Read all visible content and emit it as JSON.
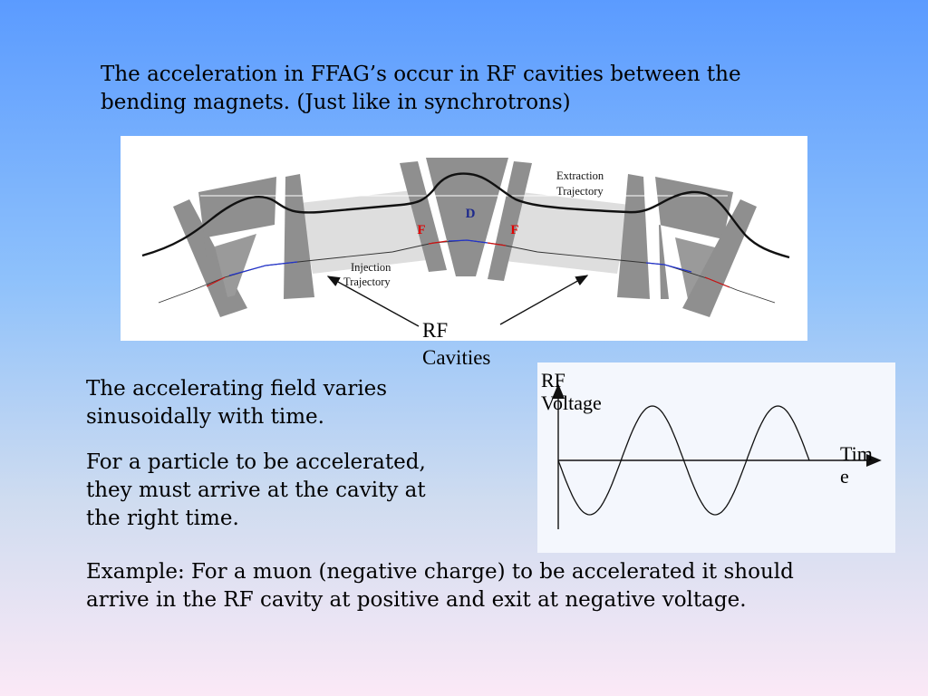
{
  "intro_text": {
    "line1": "The acceleration in FFAG’s occur in RF cavities between the",
    "line2": "bending magnets. (Just like in synchrotrons)"
  },
  "diagram": {
    "extraction_label": [
      "Extraction",
      "Trajectory"
    ],
    "injection_label": [
      "Injection",
      "Trajectory"
    ],
    "magnet_d_label": "D",
    "magnet_f_label": "F",
    "rf_label": [
      "RF",
      "Cavities"
    ],
    "colors": {
      "magnet": "#8f8f8f",
      "cavity": "#dedede",
      "d_label": "#1e2a8c",
      "f_label": "#e00000",
      "beam_blue": "#2233cc",
      "beam_red": "#cc1111"
    }
  },
  "sine_text": {
    "line1": "The accelerating field varies",
    "line2": "sinusoidally with time."
  },
  "particle_text": {
    "line1": "For a particle to be accelerated,",
    "line2": "they must arrive at the cavity at",
    "line3": "the right time."
  },
  "graph": {
    "y_label": [
      "RF",
      "Voltage"
    ],
    "x_label": [
      "Tim",
      "e"
    ]
  },
  "example_text": {
    "line1": "Example: For a muon (negative charge) to be accelerated it should",
    "line2": "arrive in the RF cavity at positive and exit at negative voltage."
  }
}
